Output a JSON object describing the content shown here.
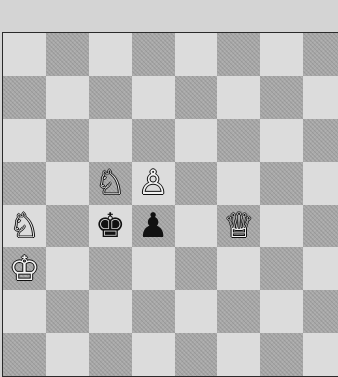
{
  "board": {
    "description_visible": false,
    "files": [
      "a",
      "b",
      "c",
      "d",
      "e",
      "f",
      "g",
      "h"
    ],
    "ranks_top_to_bottom": [
      8,
      7,
      6,
      5,
      4,
      3,
      2,
      1
    ],
    "pieces": [
      {
        "square": "c5",
        "piece": "knight",
        "color": "white",
        "glyph": "♘"
      },
      {
        "square": "d5",
        "piece": "pawn",
        "color": "white",
        "glyph": "♙"
      },
      {
        "square": "a4",
        "piece": "knight",
        "color": "white",
        "glyph": "♘"
      },
      {
        "square": "c4",
        "piece": "king",
        "color": "black",
        "glyph": "♚"
      },
      {
        "square": "d4",
        "piece": "pawn",
        "color": "black",
        "glyph": "♟"
      },
      {
        "square": "f4",
        "piece": "queen",
        "color": "white",
        "glyph": "♕"
      },
      {
        "square": "a3",
        "piece": "king",
        "color": "white",
        "glyph": "♔"
      }
    ]
  }
}
